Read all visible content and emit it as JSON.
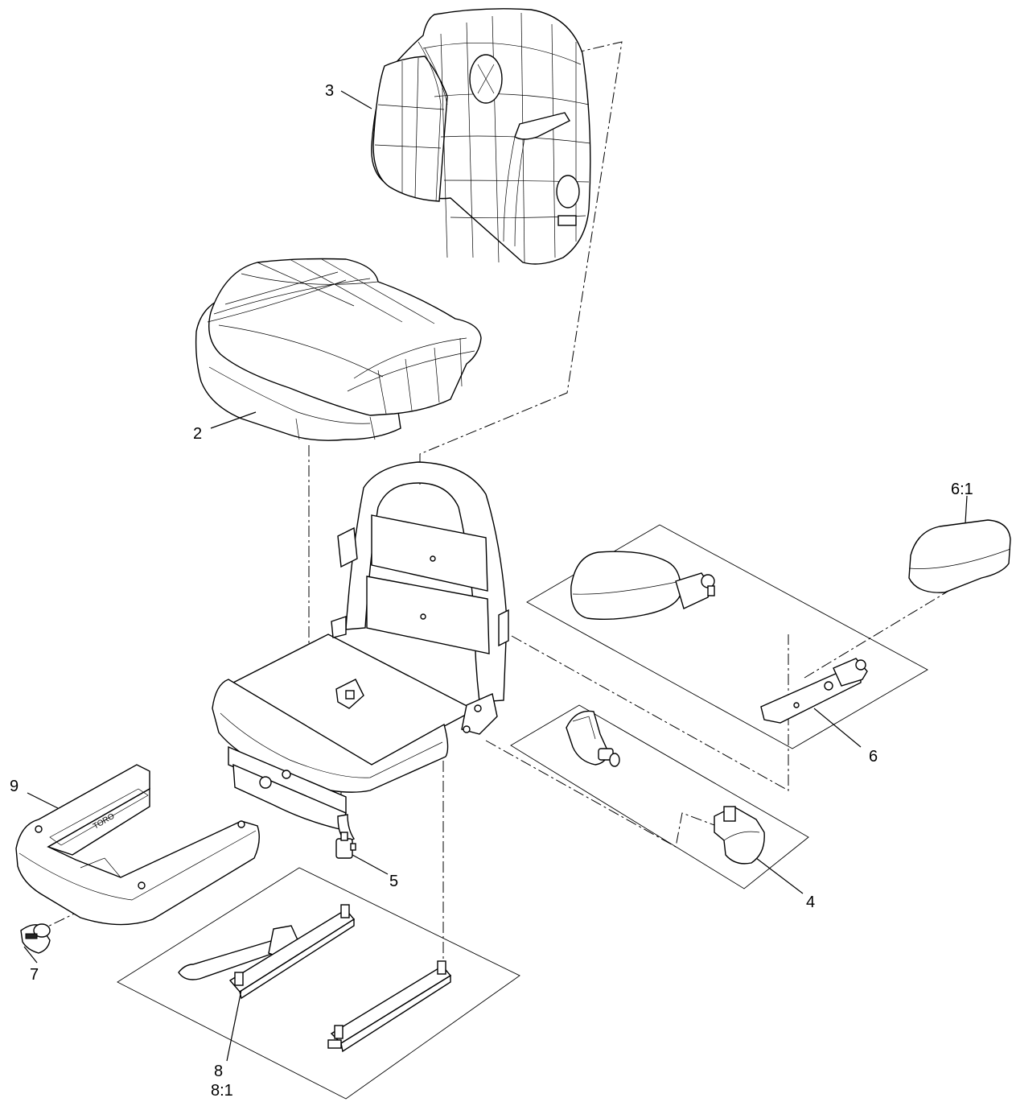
{
  "callouts": {
    "c2": "2",
    "c3": "3",
    "c4": "4",
    "c5": "5",
    "c6": "6",
    "c6_1": "6:1",
    "c7": "7",
    "c8": "8",
    "c8_1": "8:1",
    "c9": "9"
  }
}
